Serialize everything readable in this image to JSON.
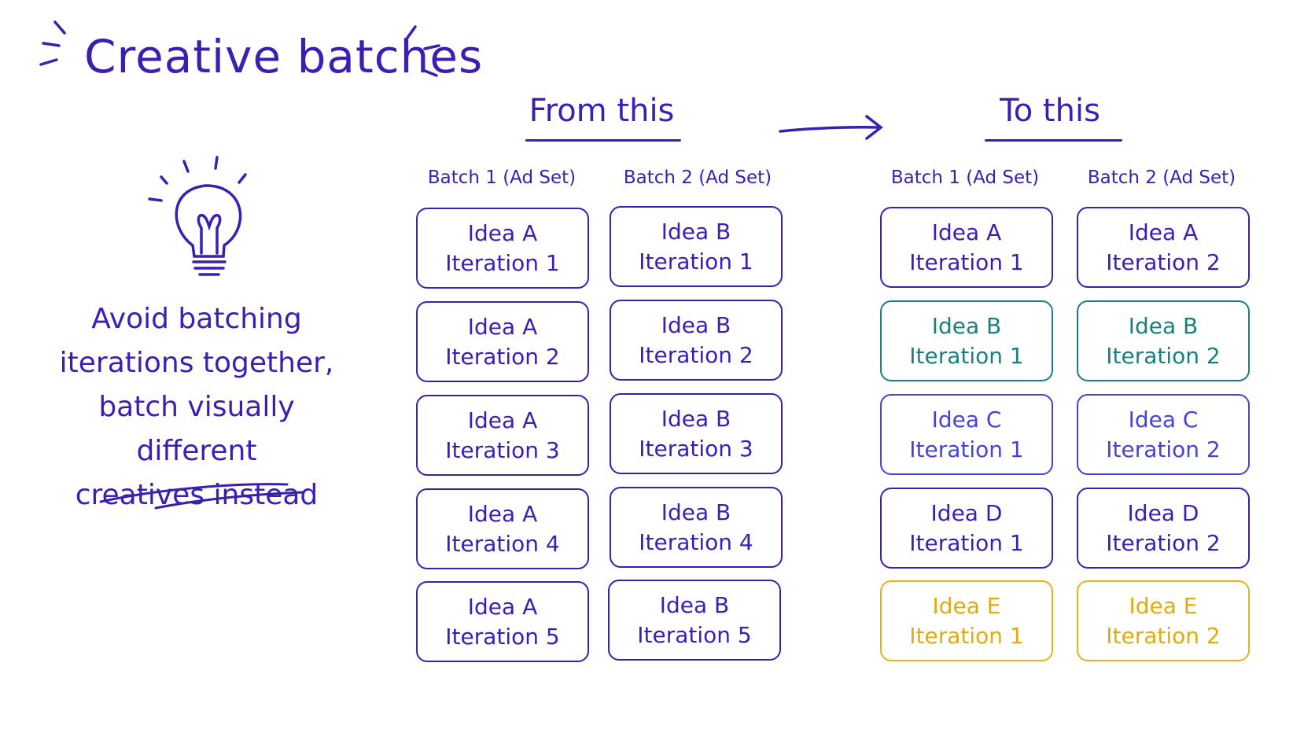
{
  "title": "Creative batches",
  "note": {
    "lines": [
      "Avoid batching",
      "iterations together,",
      "batch visually different",
      "creatives instead"
    ]
  },
  "from": {
    "heading": "From this",
    "batches": [
      {
        "label": "Batch 1 (Ad Set)",
        "cards": [
          {
            "idea": "Idea A",
            "iteration": "Iteration 1"
          },
          {
            "idea": "Idea A",
            "iteration": "Iteration 2"
          },
          {
            "idea": "Idea A",
            "iteration": "Iteration 3"
          },
          {
            "idea": "Idea A",
            "iteration": "Iteration 4"
          },
          {
            "idea": "Idea A",
            "iteration": "Iteration 5"
          }
        ]
      },
      {
        "label": "Batch 2 (Ad Set)",
        "cards": [
          {
            "idea": "Idea B",
            "iteration": "Iteration 1"
          },
          {
            "idea": "Idea B",
            "iteration": "Iteration 2"
          },
          {
            "idea": "Idea B",
            "iteration": "Iteration 3"
          },
          {
            "idea": "Idea B",
            "iteration": "Iteration 4"
          },
          {
            "idea": "Idea B",
            "iteration": "Iteration 5"
          }
        ]
      }
    ]
  },
  "to": {
    "heading": "To this",
    "batches": [
      {
        "label": "Batch 1 (Ad Set)",
        "cards": [
          {
            "idea": "Idea A",
            "iteration": "Iteration 1"
          },
          {
            "idea": "Idea B",
            "iteration": "Iteration 1"
          },
          {
            "idea": "Idea C",
            "iteration": "Iteration 1"
          },
          {
            "idea": "Idea D",
            "iteration": "Iteration 1"
          },
          {
            "idea": "Idea E",
            "iteration": "Iteration 1"
          }
        ]
      },
      {
        "label": "Batch 2 (Ad Set)",
        "cards": [
          {
            "idea": "Idea A",
            "iteration": "Iteration 2"
          },
          {
            "idea": "Idea B",
            "iteration": "Iteration 2"
          },
          {
            "idea": "Idea C",
            "iteration": "Iteration 2"
          },
          {
            "idea": "Idea D",
            "iteration": "Iteration 2"
          },
          {
            "idea": "Idea E",
            "iteration": "Iteration 2"
          }
        ]
      }
    ]
  },
  "colors": {
    "primary": "#3b1fb2",
    "idea_b": "#1a7f80",
    "idea_c": "#4643d6",
    "idea_e": "#e6b21c"
  },
  "icons": [
    "lightbulb-icon",
    "right-arrow-icon",
    "sparkle-lines-icon"
  ]
}
